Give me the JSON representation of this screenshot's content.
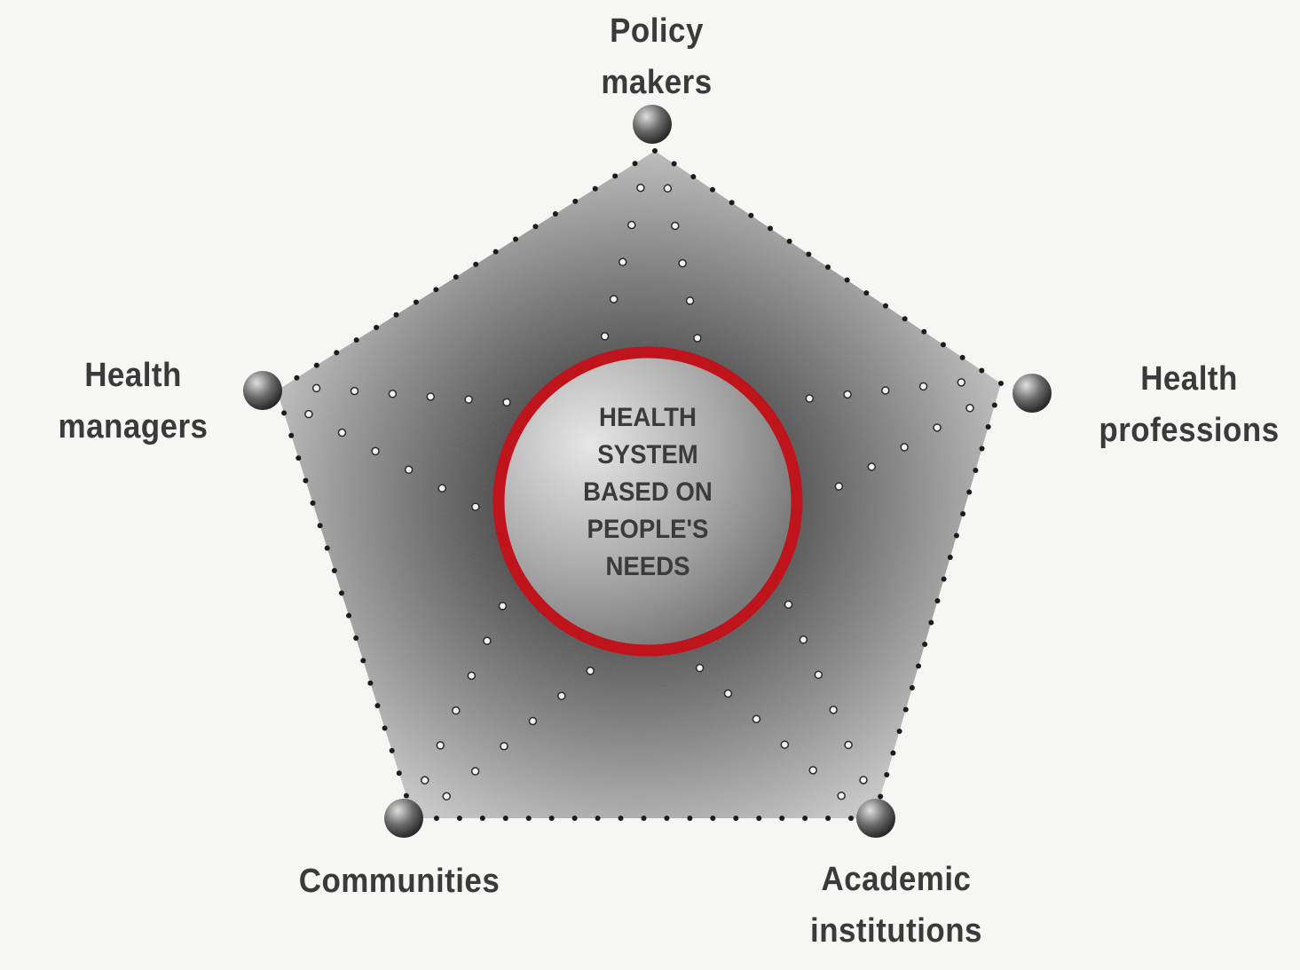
{
  "diagram": {
    "center": {
      "lines": [
        "HEALTH",
        "SYSTEM",
        "BASED ON",
        "PEOPLE'S",
        "NEEDS"
      ]
    },
    "nodes": [
      {
        "id": "policy",
        "lines": [
          "Policy",
          "makers"
        ]
      },
      {
        "id": "professions",
        "lines": [
          "Health",
          "professions"
        ]
      },
      {
        "id": "academic",
        "lines": [
          "Academic",
          "institutions"
        ]
      },
      {
        "id": "communities",
        "lines": [
          "Communities"
        ]
      },
      {
        "id": "managers",
        "lines": [
          "Health",
          "managers"
        ]
      }
    ],
    "colors": {
      "highlight_ring": "#c0141c",
      "background": "#f6f6f4",
      "label_text": "#3a3a3a"
    }
  }
}
